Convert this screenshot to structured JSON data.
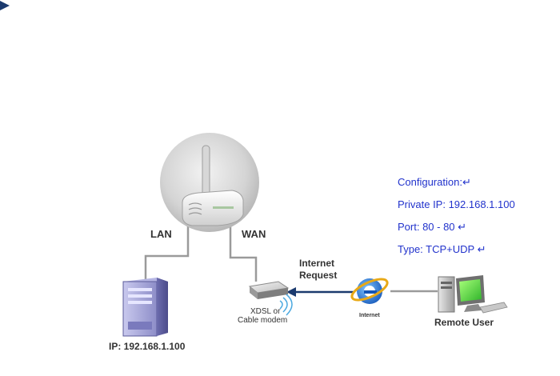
{
  "colors": {
    "config_text": "#2233cc",
    "link": "#9a9a9a",
    "arrow": "#1b3a6e"
  },
  "labels": {
    "lan": "LAN",
    "wan": "WAN",
    "internet_request_line1": "Internet",
    "internet_request_line2": "Request",
    "modem_line1": "XDSL or",
    "modem_line2": "Cable modem",
    "internet": "Internet",
    "remote_user": "Remote User",
    "server_ip": "IP: 192.168.1.100"
  },
  "config": {
    "line1": "Configuration:↵",
    "line2": "Private IP: 192.168.1.100",
    "line3": "Port: 80 - 80 ↵",
    "line4": "Type: TCP+UDP ↵"
  },
  "icons": [
    "bullet-arrow-icon",
    "router-icon",
    "server-icon",
    "modem-icon",
    "wireless-signal-icon",
    "internet-explorer-icon",
    "desktop-computer-icon"
  ]
}
